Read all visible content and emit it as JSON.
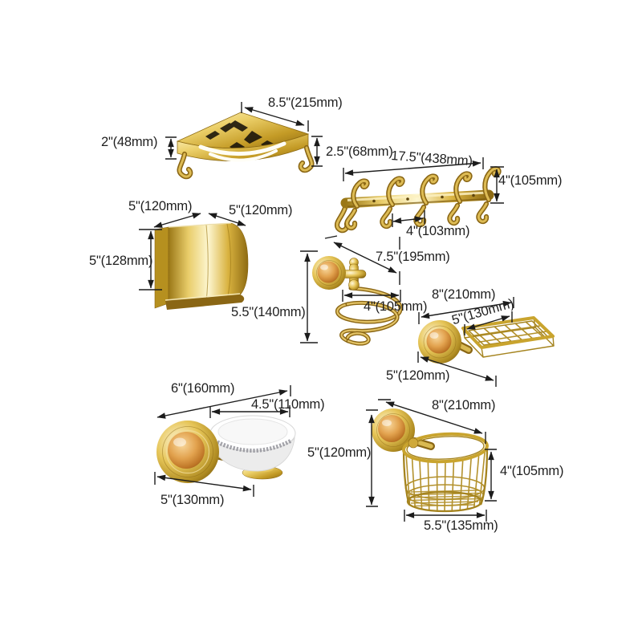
{
  "colors": {
    "background": "#ffffff",
    "gold": "#c9a42e",
    "gold_dark": "#8a6614",
    "stone_amber": "#dd9b44",
    "annotation": "#1c1c1c",
    "ceramic": "#ffffff"
  },
  "items": {
    "corner_shelf": {
      "width": "8.5\"(215mm)",
      "height_left": "2\"(48mm)",
      "height_right": "2.5\"(68mm)"
    },
    "hook_rail": {
      "length": "17.5\"(438mm)",
      "height": "4\"(105mm)",
      "hook_spacing": "4\"(103mm)"
    },
    "paper_holder": {
      "depth": "5\"(120mm)",
      "width": "5\"(120mm)",
      "height": "5\"(128mm)"
    },
    "hair_dryer_holder": {
      "reach": "7.5\"(195mm)",
      "width": "4\"(105mm)",
      "height": "5.5\"(140mm)"
    },
    "soap_basket": {
      "length": "8\"(210mm)",
      "basket_width": "5\"(130mm)",
      "depth": "5\"(120mm)"
    },
    "soap_dish": {
      "length": "6\"(160mm)",
      "dish_diameter": "4.5\"(110mm)",
      "base_length": "5\"(130mm)"
    },
    "wire_basket": {
      "length": "8\"(210mm)",
      "height": "5\"(120mm)",
      "basket_height": "4\"(105mm)",
      "basket_width": "5.5\"(135mm)"
    }
  }
}
